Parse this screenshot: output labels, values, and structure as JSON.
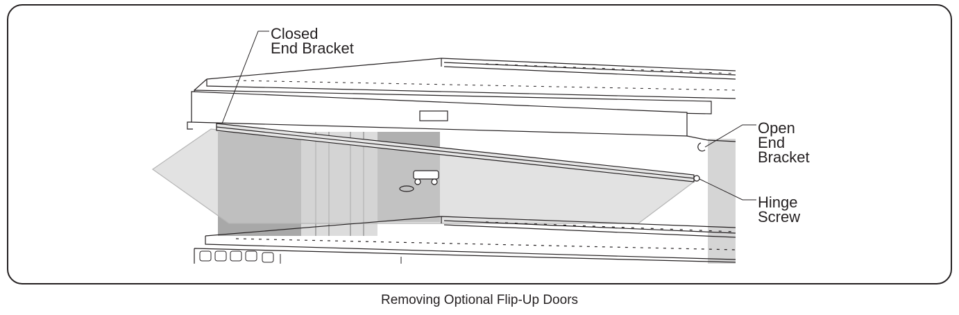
{
  "callouts": {
    "closed_end_bracket": [
      "Closed",
      "End Bracket"
    ],
    "open_end_bracket": [
      "Open",
      "End",
      "Bracket"
    ],
    "hinge_screw": [
      "Hinge",
      "Screw"
    ]
  },
  "caption": "Removing Optional Flip-Up Doors",
  "colors": {
    "line": "#231f20",
    "door_glass": "#c8c8c8",
    "shadow_panel": "#bdbdbd",
    "dark_panel": "#9e9e9e"
  }
}
